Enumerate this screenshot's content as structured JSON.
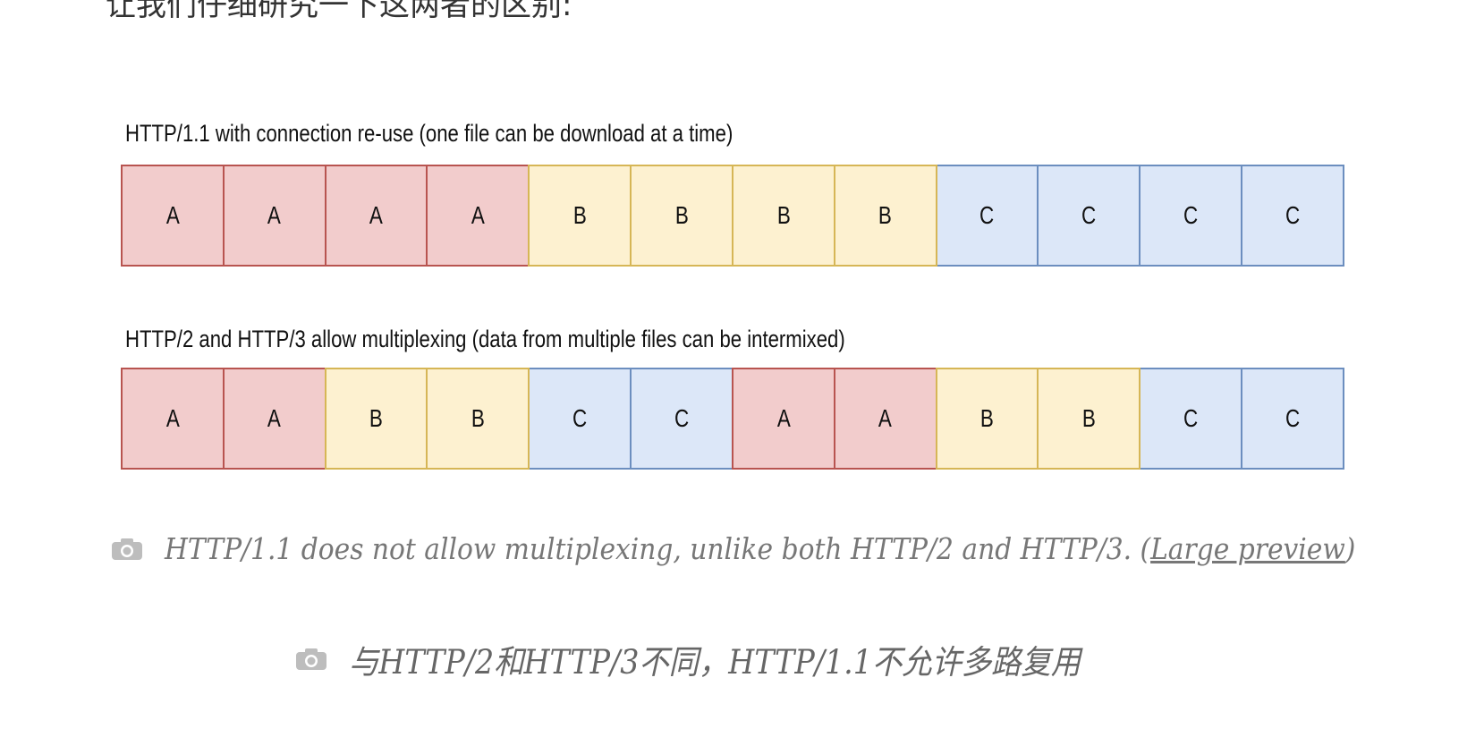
{
  "intro_text": "让我们仔细研究一下这两者的区别:",
  "diagram": {
    "row1": {
      "title": "HTTP/1.1 with connection re-use (one file can be download at a time)",
      "cells": [
        "A",
        "A",
        "A",
        "A",
        "B",
        "B",
        "B",
        "B",
        "C",
        "C",
        "C",
        "C"
      ]
    },
    "row2": {
      "title": "HTTP/2 and HTTP/3 allow multiplexing (data from multiple files can be intermixed)",
      "cells": [
        "A",
        "A",
        "B",
        "B",
        "C",
        "C",
        "A",
        "A",
        "B",
        "B",
        "C",
        "C"
      ]
    },
    "colors": {
      "A": {
        "fill": "#f2cccc",
        "stroke": "#b85450"
      },
      "B": {
        "fill": "#fdf1d0",
        "stroke": "#d6b656"
      },
      "C": {
        "fill": "#dce7f8",
        "stroke": "#6c8ebf"
      }
    }
  },
  "caption": {
    "icon": "camera-icon",
    "text": "HTTP/1.1 does not allow multiplexing, unlike both HTTP/2 and HTTP/3. (",
    "link_label": "Large preview",
    "text_end": ")"
  },
  "caption_cn": {
    "icon": "camera-icon",
    "text": "与HTTP/2和HTTP/3不同，HTTP/1.1不允许多路复用"
  }
}
